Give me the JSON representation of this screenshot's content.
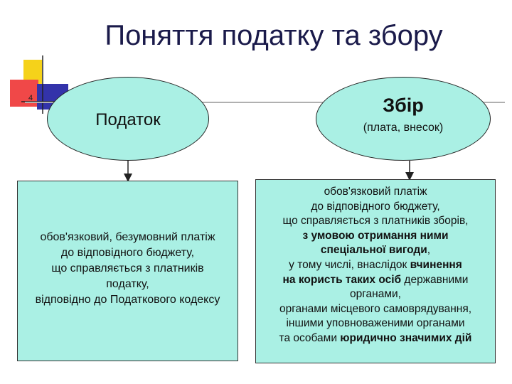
{
  "title": "Поняття податку та збору",
  "slide_number": "4",
  "colors": {
    "fill": "#aaf0e4",
    "title": "#1a1a4a",
    "deco_yellow": "#f5d21a",
    "deco_red": "#f04848",
    "deco_blue": "#3333aa"
  },
  "left": {
    "heading": "Податок",
    "lines": [
      "обов'язковий, безумовний платіж",
      "до відповідного бюджету,",
      "що справляється з платників",
      "податку,",
      "відповідно до Податкового кодексу"
    ]
  },
  "right": {
    "heading": "Збір",
    "subheading": "(плата, внесок)",
    "line1": "обов'язковий платіж",
    "line2": "до відповідного бюджету,",
    "line3": "що справляється з платників зборів,",
    "line4_bold": "з умовою отримання ними",
    "line5_bold": "спеціальної вигоди",
    "line5_rest": ",",
    "line6_pre": "у тому числі, внаслідок ",
    "line6_bold": "вчинення",
    "line7_bold": "на користь таких осіб",
    "line7_rest": " державними",
    "line8": "органами,",
    "line9": "органами місцевого самоврядування,",
    "line10": "іншими уповноваженими органами",
    "line11_pre": "та особами ",
    "line11_bold": "юридично значимих дій"
  }
}
